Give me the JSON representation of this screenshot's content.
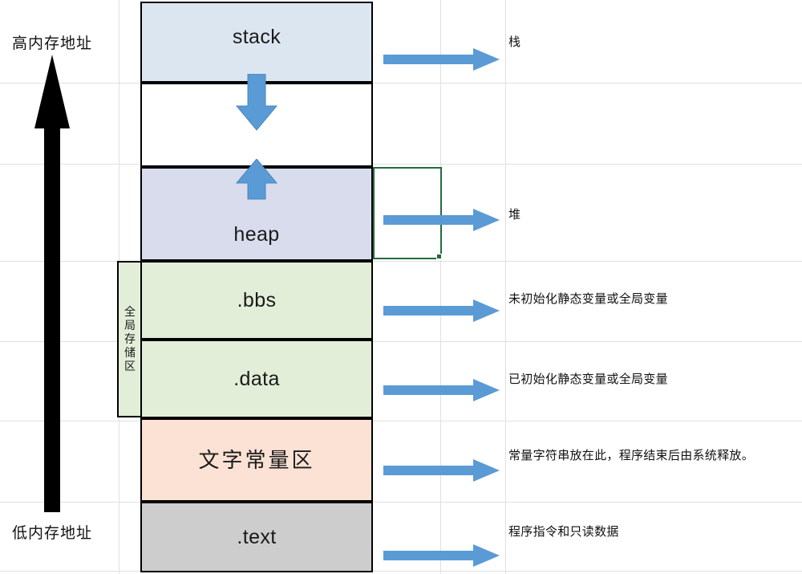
{
  "diagram": {
    "title": "Process memory layout (Chinese annotated)",
    "address_captions": {
      "high": "高内存地址",
      "low": "低内存地址"
    },
    "global_storage_label": "全局存储区",
    "blocks": [
      {
        "id": "stack",
        "label": "stack",
        "fill": "#dce6f1",
        "note": "栈"
      },
      {
        "id": "gap",
        "label": "",
        "fill": "#ffffff",
        "note": ""
      },
      {
        "id": "heap",
        "label": "heap",
        "fill": "#d8dcec",
        "note": "堆"
      },
      {
        "id": "bbs",
        "label": ".bbs",
        "fill": "#e2eed8",
        "note": "未初始化静态变量或全局变量"
      },
      {
        "id": "data",
        "label": ".data",
        "fill": "#e2eed8",
        "note": "已初始化静态变量或全局变量"
      },
      {
        "id": "literals",
        "label": "文字常量区",
        "fill": "#fbe2d5",
        "note": "常量字符串放在此，程序结束后由系统释放。"
      },
      {
        "id": "text",
        "label": ".text",
        "fill": "#cdcdcd",
        "note": "程序指令和只读数据"
      }
    ],
    "direction_arrows": [
      {
        "id": "stack-grows-down",
        "direction": "down"
      },
      {
        "id": "heap-grows-up",
        "direction": "up"
      }
    ],
    "colors": {
      "block_border": "#000000",
      "arrow_blue": "#5b9bd5",
      "axis_black": "#000000",
      "selection_green": "#216b3e",
      "gridline": "#e0e0e0"
    }
  }
}
